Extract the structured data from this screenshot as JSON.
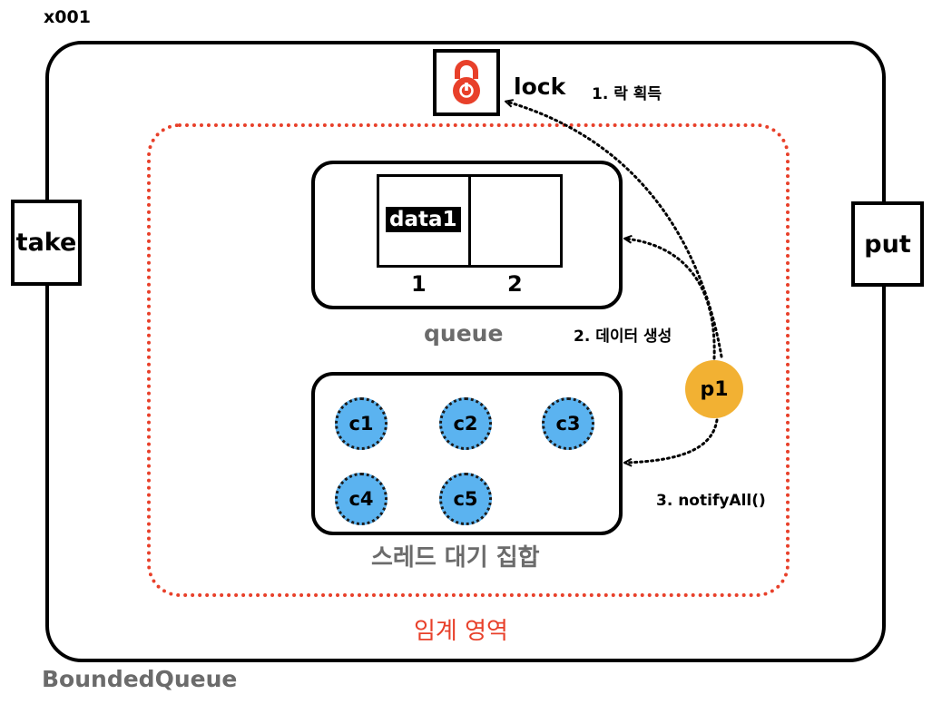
{
  "object_id": "x001",
  "class_name": "BoundedQueue",
  "critical_section_label": "임계 영역",
  "methods": {
    "take": "take",
    "put": "put"
  },
  "lock": {
    "label": "lock",
    "icon": "padlock-icon"
  },
  "queue": {
    "label": "queue",
    "slots": [
      {
        "index": "1",
        "value": "data1"
      },
      {
        "index": "2",
        "value": ""
      }
    ]
  },
  "wait_set": {
    "label": "스레드 대기 집합",
    "threads": [
      "c1",
      "c2",
      "c3",
      "c4",
      "c5"
    ]
  },
  "producer": "p1",
  "steps": [
    "1. 락 획득",
    "2. 데이터 생성",
    "3. notifyAll()"
  ],
  "colors": {
    "critical_section": "#e8402a",
    "consumer_thread": "#5bb3f0",
    "producer_thread": "#f2b133",
    "lock_icon": "#e8402a",
    "muted_label": "#6b6b6b"
  }
}
